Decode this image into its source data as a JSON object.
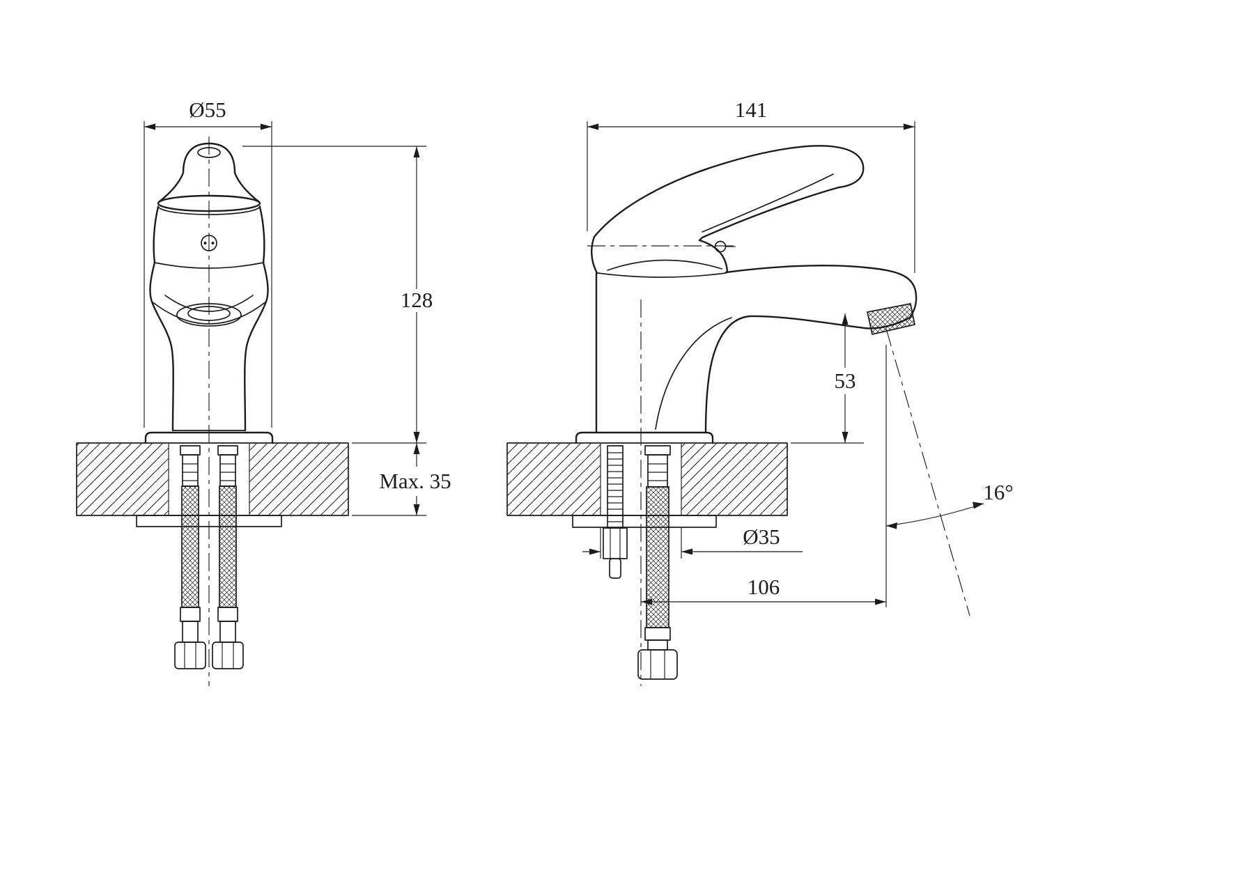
{
  "page": {
    "background": "#ffffff",
    "ink": "#1c1c1c"
  },
  "front_view": {
    "dims": {
      "top_diameter": "Ø55",
      "body_height": "128",
      "deck_thickness": "Max. 35"
    }
  },
  "side_view": {
    "dims": {
      "overall_length": "141",
      "spout_height": "53",
      "spout_angle": "16°",
      "hole_diameter": "Ø35",
      "spout_reach": "106"
    }
  }
}
